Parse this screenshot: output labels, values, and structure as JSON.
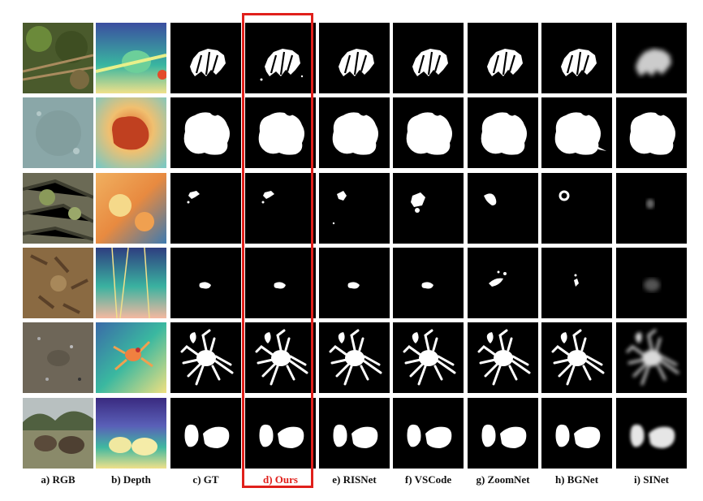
{
  "figure": {
    "highlight_color": "#e0201b",
    "highlight_column": "ours",
    "columns": [
      {
        "id": "rgb",
        "label": "a) RGB",
        "kind": "rgb"
      },
      {
        "id": "depth",
        "label": "b) Depth",
        "kind": "depth"
      },
      {
        "id": "gt",
        "label": "c) GT",
        "kind": "mask"
      },
      {
        "id": "ours",
        "label": "d) Ours",
        "kind": "mask"
      },
      {
        "id": "risnet",
        "label": "e) RISNet",
        "kind": "mask"
      },
      {
        "id": "vscode",
        "label": "f) VSCode",
        "kind": "mask"
      },
      {
        "id": "zoomnet",
        "label": "g) ZoomNet",
        "kind": "mask"
      },
      {
        "id": "bgnet",
        "label": "h) BGNet",
        "kind": "mask"
      },
      {
        "id": "sinet",
        "label": "i) SINet",
        "kind": "mask"
      }
    ],
    "rows": [
      {
        "id": "row-1",
        "scene": "leafy-animal"
      },
      {
        "id": "row-2",
        "scene": "flatfish-on-sand"
      },
      {
        "id": "row-3",
        "scene": "lichen-bark"
      },
      {
        "id": "row-4",
        "scene": "dry-leaves"
      },
      {
        "id": "row-5",
        "scene": "crab-on-gravel"
      },
      {
        "id": "row-6",
        "scene": "two-boars"
      }
    ]
  }
}
